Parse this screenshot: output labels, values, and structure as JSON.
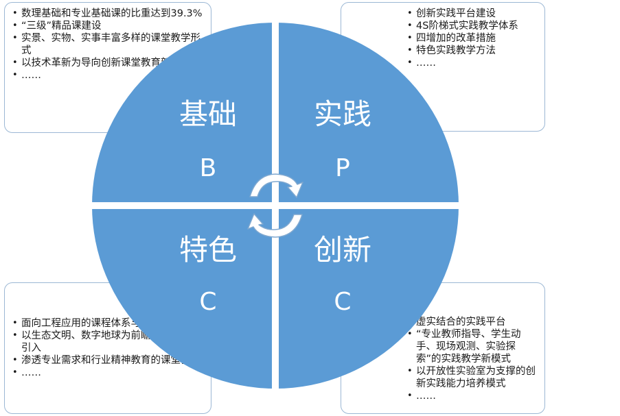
{
  "colors": {
    "circle": "#5b9bd5",
    "divider": "#ffffff",
    "box_border": "#9bb7d4",
    "arrow_fill": "#ffffff",
    "arrow_stroke": "#7fa8d0"
  },
  "quadrants": {
    "top_left": {
      "title": "基础",
      "letter": "B"
    },
    "top_right": {
      "title": "实践",
      "letter": "P"
    },
    "bottom_left": {
      "title": "特色",
      "letter": "C"
    },
    "bottom_right": {
      "title": "创新",
      "letter": "C"
    }
  },
  "boxes": {
    "top_left": {
      "items": [
        "数理基础和专业基础课的比重达到39.3%",
        "“三级”精品课建设",
        "实景、实物、实事丰富多样的课堂教学形式",
        "以技术革新为导向创新课堂教育新模式",
        "……"
      ]
    },
    "top_right": {
      "items": [
        "创新实践平台建设",
        "4S阶梯式实践教学体系",
        "四增加的改革措施",
        "特色实践教学方法",
        "……"
      ]
    },
    "bottom_left": {
      "items": [
        "面向工程应用的课程体系与教学内容",
        "以生态文明、数字地球为前瞻的新兴技术引入",
        "渗透专业需求和行业精神教育的课堂教学",
        "……"
      ]
    },
    "bottom_right": {
      "items": [
        "虚实结合的实践平台",
        "“专业教师指导、学生动手、现场观测、实验探索”的实践教学新模式",
        "以开放性实验室为支撑的创新实践能力培养模式",
        "……"
      ]
    }
  }
}
